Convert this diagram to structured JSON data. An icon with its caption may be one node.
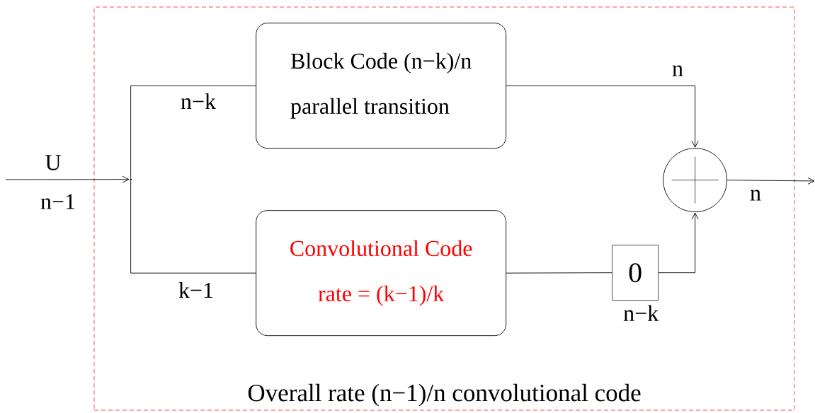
{
  "diagram": {
    "nodes": [
      {
        "text": [
          "Overall rate (n−1)/n convolutional code"
        ]
      },
      {
        "text": [
          "Block Code (n−k)/n",
          "parallel transition"
        ],
        "in": 0
      },
      {
        "text": [
          "Convolutional Code",
          "rate = (k−1)/k"
        ],
        "in": 0
      },
      {
        "text": [
          "0"
        ],
        "beside": [
          "n−k"
        ],
        "in": 0
      },
      {
        "text": [],
        "shape": "circle",
        "in": 0
      },
      {
        "text": [],
        "shape": "point",
        "in": 0
      }
    ],
    "edges": [
      {
        "from": null,
        "to": 5,
        "arrow": "to"
      },
      {
        "from": 5,
        "to": 1,
        "arrow": "none",
        "label": "n−k"
      },
      {
        "from": 5,
        "to": 2,
        "arrow": "none",
        "label": "k−1"
      },
      {
        "from": 1,
        "to": 4,
        "arrow": "to",
        "label": "n"
      },
      {
        "from": 2,
        "to": 3,
        "arrow": "none"
      },
      {
        "from": 3,
        "to": 4,
        "arrow": "to"
      },
      {
        "from": 4,
        "to": null,
        "arrow": "to",
        "label": "n"
      }
    ],
    "labels": [
      "U",
      "n−1"
    ]
  }
}
